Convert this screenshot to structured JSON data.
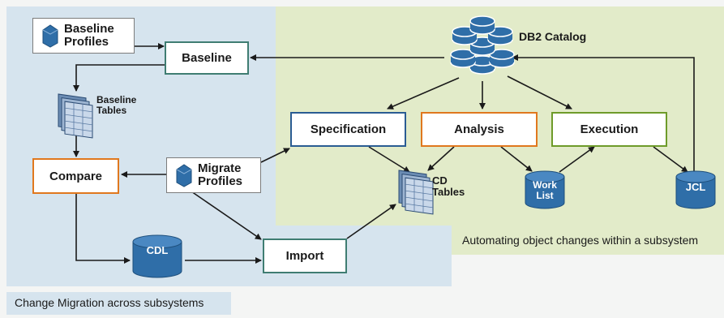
{
  "nodes": {
    "baseline_profiles": "Baseline\nProfiles",
    "baseline": "Baseline",
    "baseline_tables": "Baseline\nTables",
    "compare": "Compare",
    "migrate_profiles": "Migrate\nProfiles",
    "cdl": "CDL",
    "import": "Import",
    "db2_catalog": "DB2 Catalog",
    "specification": "Specification",
    "analysis": "Analysis",
    "execution": "Execution",
    "cd_tables": "CD\nTables",
    "work_list": "Work\nList",
    "jcl": "JCL"
  },
  "captions": {
    "blue_region": "Change Migration across subsystems",
    "green_region": "Automating object changes within a subsystem"
  },
  "colors": {
    "blue_region": "#d6e4ee",
    "green_region": "#e2ebc9",
    "orange": "#e0781e",
    "teal": "#3f7d72",
    "dark_blue": "#2a5c93",
    "green": "#6e9b2a",
    "cylinder": "#2f6ea8"
  }
}
